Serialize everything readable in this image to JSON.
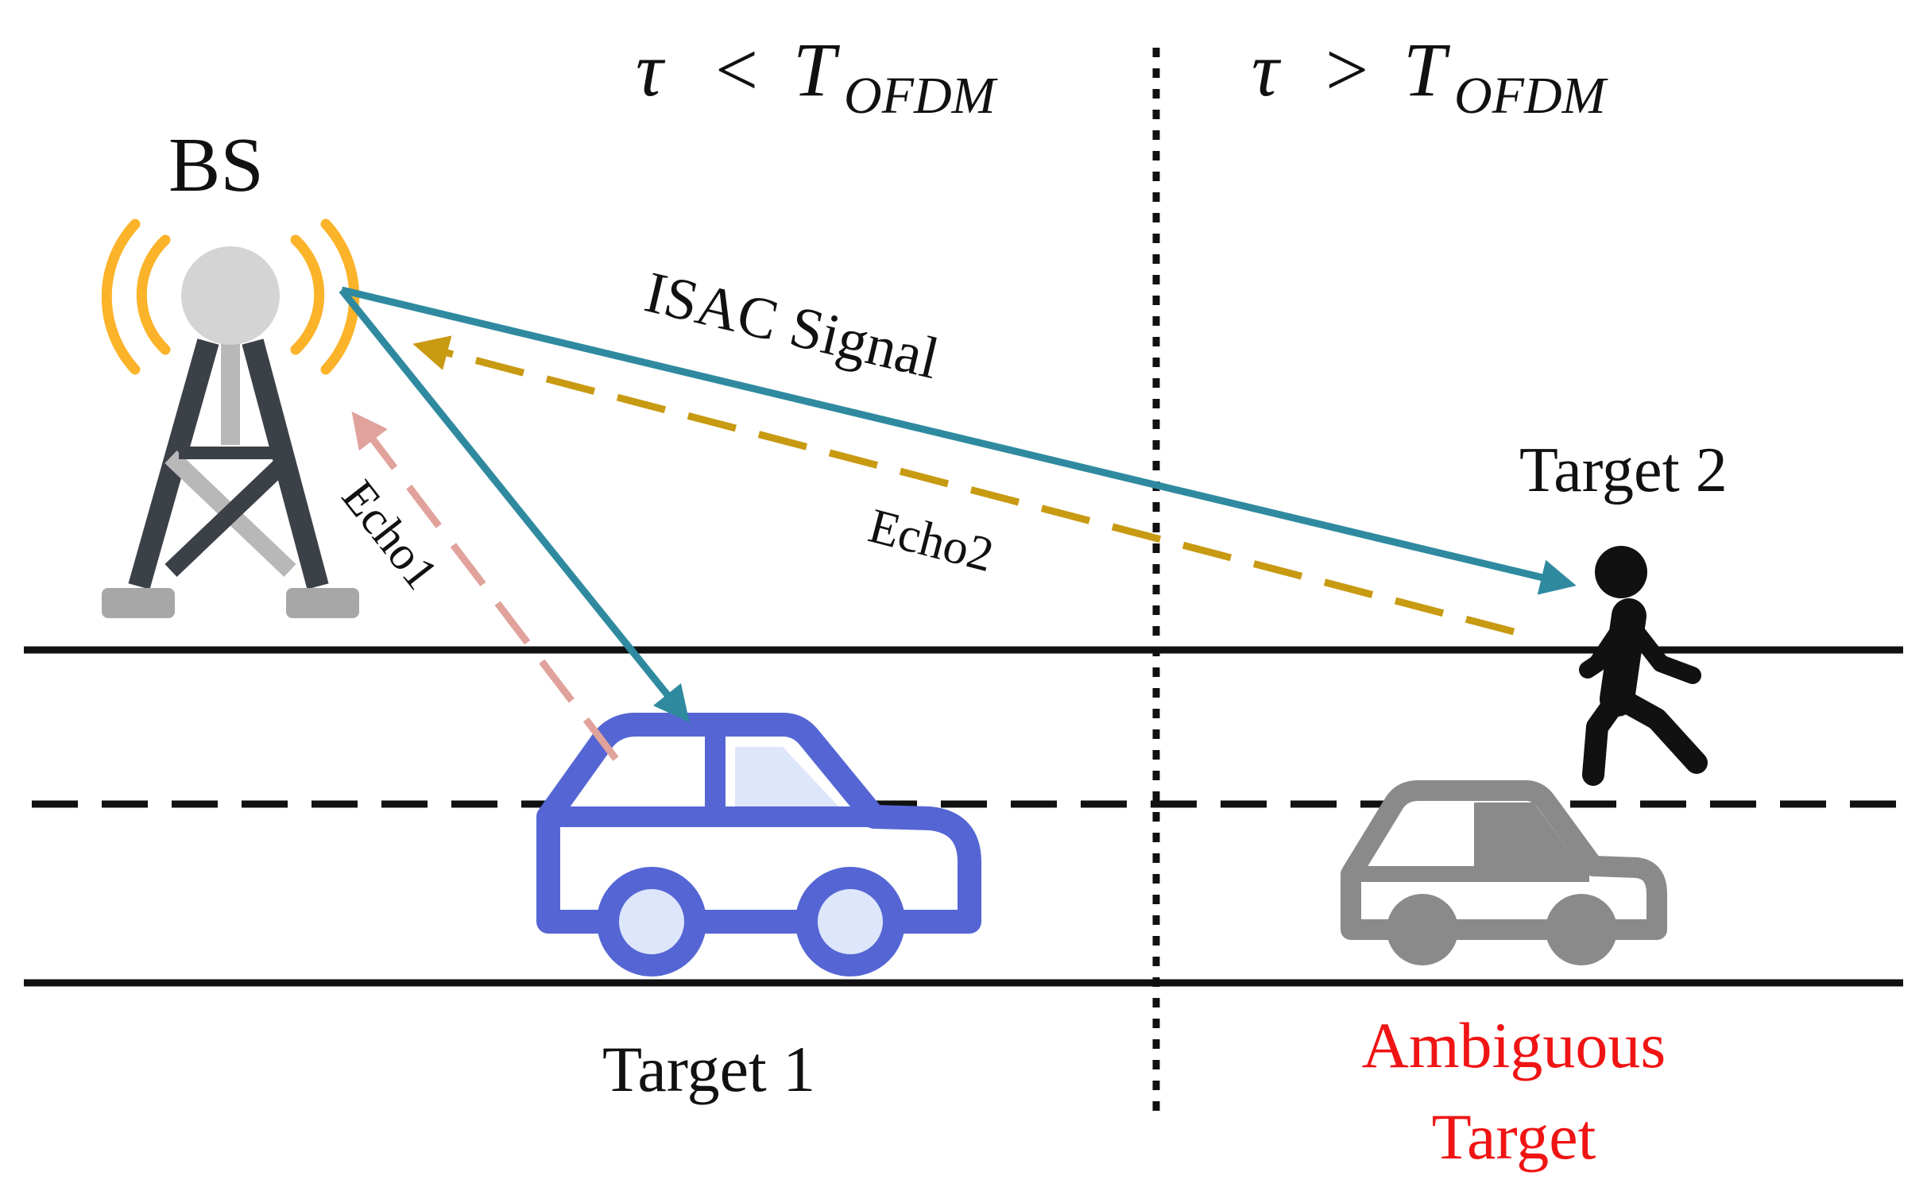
{
  "regions": {
    "left": {
      "tau": "τ",
      "op": "<",
      "T": "T",
      "sub": "OFDM"
    },
    "right": {
      "tau": "τ",
      "op": ">",
      "T": "T",
      "sub": "OFDM"
    }
  },
  "labels": {
    "bs": "BS",
    "isac_signal": "ISAC Signal",
    "echo1": "Echo1",
    "echo2": "Echo2",
    "target1": "Target 1",
    "target2": "Target 2",
    "ambiguous_line1": "Ambiguous",
    "ambiguous_line2": "Target"
  },
  "colors": {
    "signal": "#2f8aa0",
    "echo2": "#c89a12",
    "echo1": "#e0a29b",
    "radio_waves": "#fbb32a",
    "car_target1": "#5566d4",
    "car_target1_window": "#dde6fb",
    "car_ambiguous": "#8a8a8a",
    "ambiguous_text": "#f01414",
    "road": "#111111"
  },
  "icons": [
    "base-station-tower-icon",
    "car-icon",
    "ghost-car-icon",
    "walking-person-icon"
  ]
}
